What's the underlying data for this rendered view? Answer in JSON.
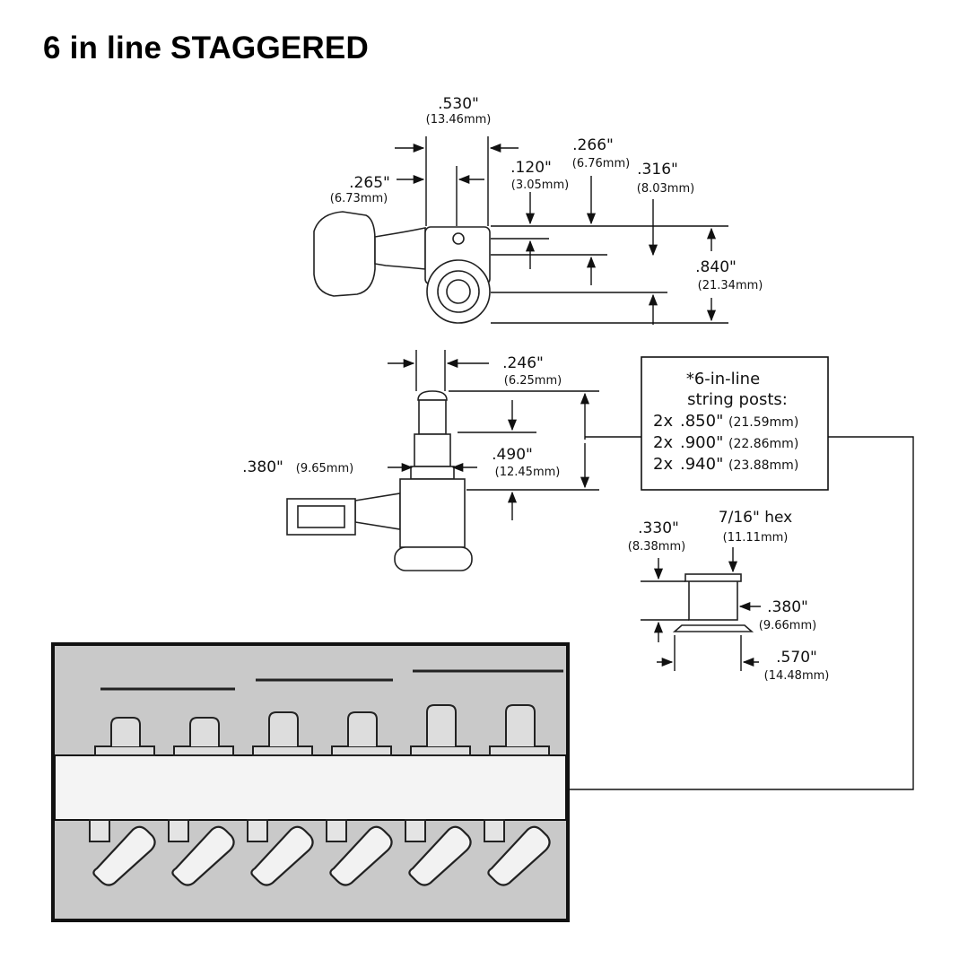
{
  "title": "6 in line STAGGERED",
  "dimensions": {
    "width_530": {
      "in": ".530\"",
      "mm": "(13.46mm)"
    },
    "offset_265": {
      "in": ".265\"",
      "mm": "(6.73mm)"
    },
    "hole_120": {
      "in": ".120\"",
      "mm": "(3.05mm)"
    },
    "drop_266": {
      "in": ".266\"",
      "mm": "(6.76mm)"
    },
    "drop_316": {
      "in": ".316\"",
      "mm": "(8.03mm)"
    },
    "height_840": {
      "in": ".840\"",
      "mm": "(21.34mm)"
    },
    "post_246": {
      "in": ".246\"",
      "mm": "(6.25mm)"
    },
    "height_490": {
      "in": ".490\"",
      "mm": "(12.45mm)"
    },
    "thread_380": {
      "in": ".380\"",
      "mm": "(9.65mm)"
    },
    "bush_330": {
      "in": ".330\"",
      "mm": "(8.38mm)"
    },
    "hex_716": {
      "in": "7/16\" hex",
      "mm": "(11.11mm)"
    },
    "bush_380": {
      "in": ".380\"",
      "mm": "(9.66mm)"
    },
    "flange_570": {
      "in": ".570\"",
      "mm": "(14.48mm)"
    }
  },
  "note": {
    "line1": "*6-in-line",
    "line2": "string posts:",
    "rows": [
      {
        "qty": "2x",
        "in": ".850\"",
        "mm": "(21.59mm)"
      },
      {
        "qty": "2x",
        "in": ".900\"",
        "mm": "(22.86mm)"
      },
      {
        "qty": "2x",
        "in": ".940\"",
        "mm": "(23.88mm)"
      }
    ]
  }
}
